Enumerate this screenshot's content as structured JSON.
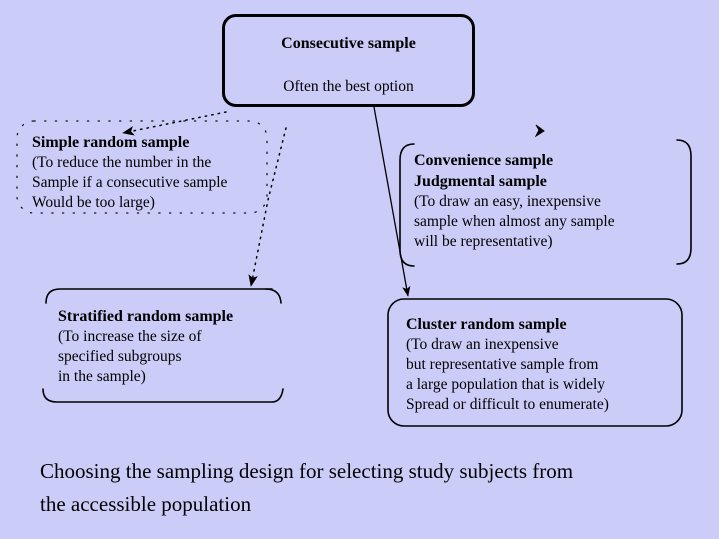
{
  "diagram": {
    "background_color": "#ccccf8",
    "text_color": "#000000",
    "nodes": [
      {
        "id": "consecutive",
        "title": "Consecutive sample",
        "lines": [
          "Often the best option"
        ],
        "border_style": "solid-thick-rounded"
      },
      {
        "id": "simple",
        "title": "Simple random sample",
        "lines": [
          "(To reduce the number in the",
          "Sample if a consecutive sample",
          "Would be too large)"
        ],
        "border_style": "dotted-rounded"
      },
      {
        "id": "convenience",
        "title": "Convenience sample",
        "title2": "Judgmental sample",
        "lines": [
          "(To draw an easy, inexpensive",
          "sample when almost any sample",
          "will be representative)"
        ],
        "border_style": "bracket-sides"
      },
      {
        "id": "stratified",
        "title": "Stratified random sample",
        "lines": [
          "(To increase the size of",
          "specified subgroups",
          "in the sample)"
        ],
        "border_style": "open-sided-rounded"
      },
      {
        "id": "cluster",
        "title": "Cluster random sample",
        "lines": [
          "(To draw an inexpensive",
          "but representative sample from",
          "a large population that is widely",
          "Spread or difficult to enumerate)"
        ],
        "border_style": "solid-thin-rounded"
      }
    ],
    "edges": [
      {
        "id": "consecutive-to-simple",
        "from": "consecutive",
        "to": "simple",
        "style": "dotted",
        "arrowhead": true
      },
      {
        "id": "consecutive-to-stratified",
        "from": "consecutive",
        "to": "stratified",
        "style": "dotted",
        "arrowhead": true
      },
      {
        "id": "consecutive-to-cluster",
        "from": "consecutive",
        "to": "cluster",
        "style": "solid",
        "arrowhead": true
      },
      {
        "id": "pointer-to-convenience",
        "from": "",
        "to": "convenience",
        "style": "arrowhead-only",
        "arrowhead": true
      }
    ]
  },
  "caption": {
    "line1": "Choosing the sampling design for selecting study subjects from",
    "line2": "the accessible population"
  }
}
